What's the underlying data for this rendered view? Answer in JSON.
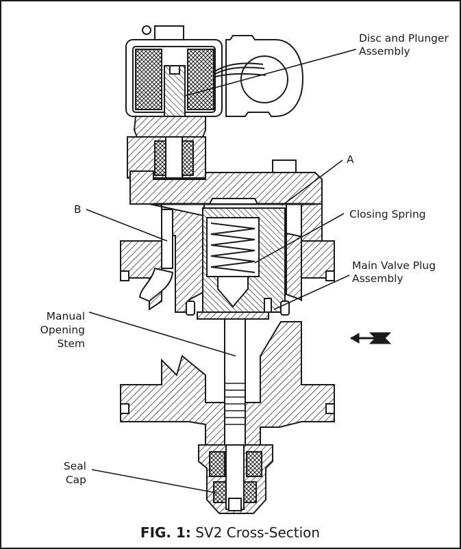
{
  "labels": {
    "disc_plunger": [
      "Disc and Plunger",
      "Assembly"
    ],
    "a": "A",
    "b": "B",
    "closing_spring": "Closing Spring",
    "main_valve_plug": [
      "Main Valve Plug",
      "Assembly"
    ],
    "manual_opening_stem": [
      "Manual",
      "Opening",
      "Stem"
    ],
    "seal_cap": [
      "Seal",
      "Cap"
    ]
  },
  "caption": {
    "prefix": "FIG. 1:",
    "text": " SV2 Cross-Section"
  },
  "colors": {
    "ink": "#1a1a1a",
    "background": "#ffffff"
  },
  "icons": [
    "flow-direction-arrow-icon"
  ]
}
